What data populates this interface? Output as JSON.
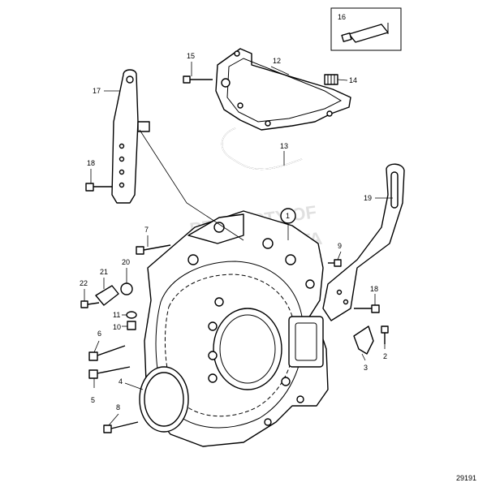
{
  "drawing_number": "29191",
  "watermark": "PROPERTY OF VOLVO PENTA",
  "callouts": [
    "1",
    "2",
    "3",
    "4",
    "5",
    "6",
    "7",
    "8",
    "9",
    "10",
    "11",
    "12",
    "13",
    "14",
    "15",
    "16",
    "17",
    "18",
    "18",
    "19",
    "20",
    "21",
    "22"
  ]
}
